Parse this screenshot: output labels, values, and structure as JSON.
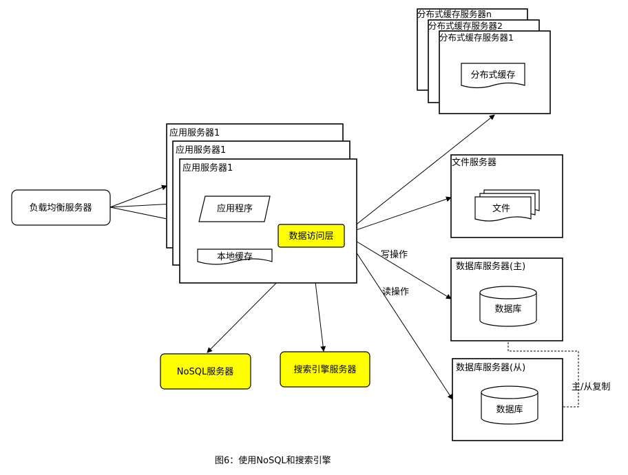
{
  "nodes": {
    "load_balancer": "负载均衡服务器",
    "app_server_1": "应用服务器1",
    "app_server_2": "应用服务器1",
    "app_server_3": "应用服务器1",
    "app_program": "应用程序",
    "local_cache": "本地缓存",
    "data_access_layer": "数据访问层",
    "nosql_server": "NoSQL服务器",
    "search_server": "搜索引擎服务器",
    "cache_server_n": "分布式缓存服务器n",
    "cache_server_2": "分布式缓存服务器2",
    "cache_server_1": "分布式缓存服务器1",
    "distributed_cache": "分布式缓存",
    "file_server": "文件服务器",
    "file": "文件",
    "db_master": "数据库服务器(主)",
    "db_master_db": "数据库",
    "db_slave": "数据库服务器(从)",
    "db_slave_db": "数据库"
  },
  "edges": {
    "write_op": "写操作",
    "read_op": "读操作",
    "replication": "主/从复制"
  },
  "caption": "图6：使用NoSQL和搜索引擎",
  "colors": {
    "highlight": "#ffff00",
    "stroke": "#000000",
    "background": "#ffffff"
  }
}
